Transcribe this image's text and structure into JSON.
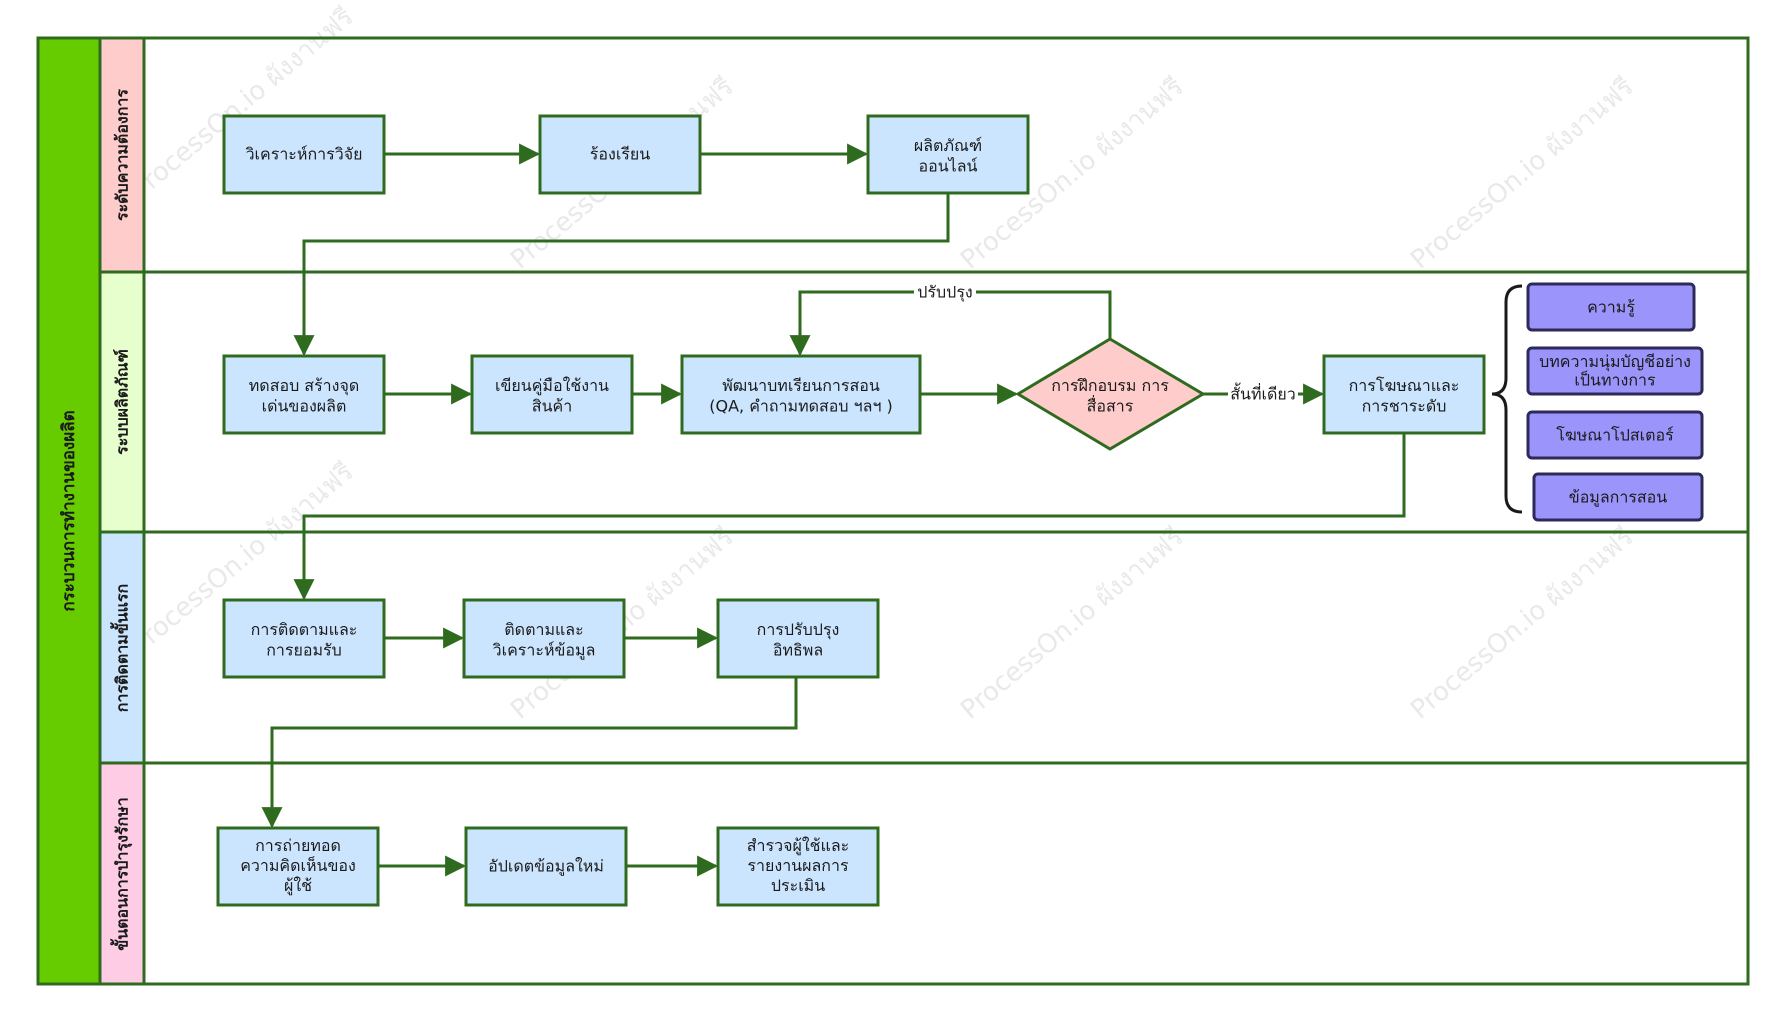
{
  "colors": {
    "line": "#2f6b1f",
    "pool_header": "#66cc00",
    "node_fill": "#cce5ff",
    "decision_fill": "#ffcccc",
    "resource_fill": "#9b95fb",
    "lane_colors": [
      "#ffcccc",
      "#e6ffcc",
      "#cce5ff",
      "#ffcce5"
    ]
  },
  "pool": {
    "title": "กระบวนการทำงานของผลิต"
  },
  "lanes": [
    {
      "id": "lane-requirements",
      "label": "ระดับความต้องการ"
    },
    {
      "id": "lane-product",
      "label": "ระบบผลิตภัณฑ์"
    },
    {
      "id": "lane-tracking",
      "label": "การติดตามขั้นแรก"
    },
    {
      "id": "lane-maintenance",
      "label": "ขั้นตอนการบำรุงรักษา"
    }
  ],
  "nodes": {
    "n1": [
      "วิเคราะห์การวิจัย"
    ],
    "n2": [
      "ร้องเรียน"
    ],
    "n3": [
      "ผลิตภัณฑ์",
      "ออนไลน์"
    ],
    "n4": [
      "ทดสอบ สร้างจุด",
      "เด่นของผลิต"
    ],
    "n5": [
      "เขียนคู่มือใช้งาน",
      "สินค้า"
    ],
    "n6": [
      "พัฒนาบทเรียนการสอน",
      "(QA, คำถามทดสอบ ฯลฯ )"
    ],
    "d1": [
      "การฝึกอบรม การ",
      "สื่อสาร"
    ],
    "n7": [
      "การโฆษณาและ",
      "การชาระดับ"
    ],
    "n8": [
      "การติดตามและ",
      "การยอมรับ"
    ],
    "n9": [
      "ติดตามและ",
      "วิเคราะห์ข้อมูล"
    ],
    "n10": [
      "การปรับปรุง",
      "อิทธิพล"
    ],
    "n11": [
      "การถ่ายทอด",
      "ความคิดเห็นของ",
      "ผู้ใช้"
    ],
    "n12": [
      "อัปเดตข้อมูลใหม่"
    ],
    "n13": [
      "สำรวจผู้ใช้และ",
      "รายงานผลการ",
      "ประเมิน"
    ]
  },
  "edge_labels": {
    "improve": "ปรับปรุง",
    "shortcut": "สั้นที่เดียว"
  },
  "resources": [
    [
      "ความรู้"
    ],
    [
      "บทความนุ่มบัญชีอย่าง",
      "เป็นทางการ"
    ],
    [
      "โฆษณาโปสเตอร์"
    ],
    [
      "ข้อมูลการสอน"
    ]
  ],
  "watermark": "ProcessOn.io ผังงานฟรี"
}
